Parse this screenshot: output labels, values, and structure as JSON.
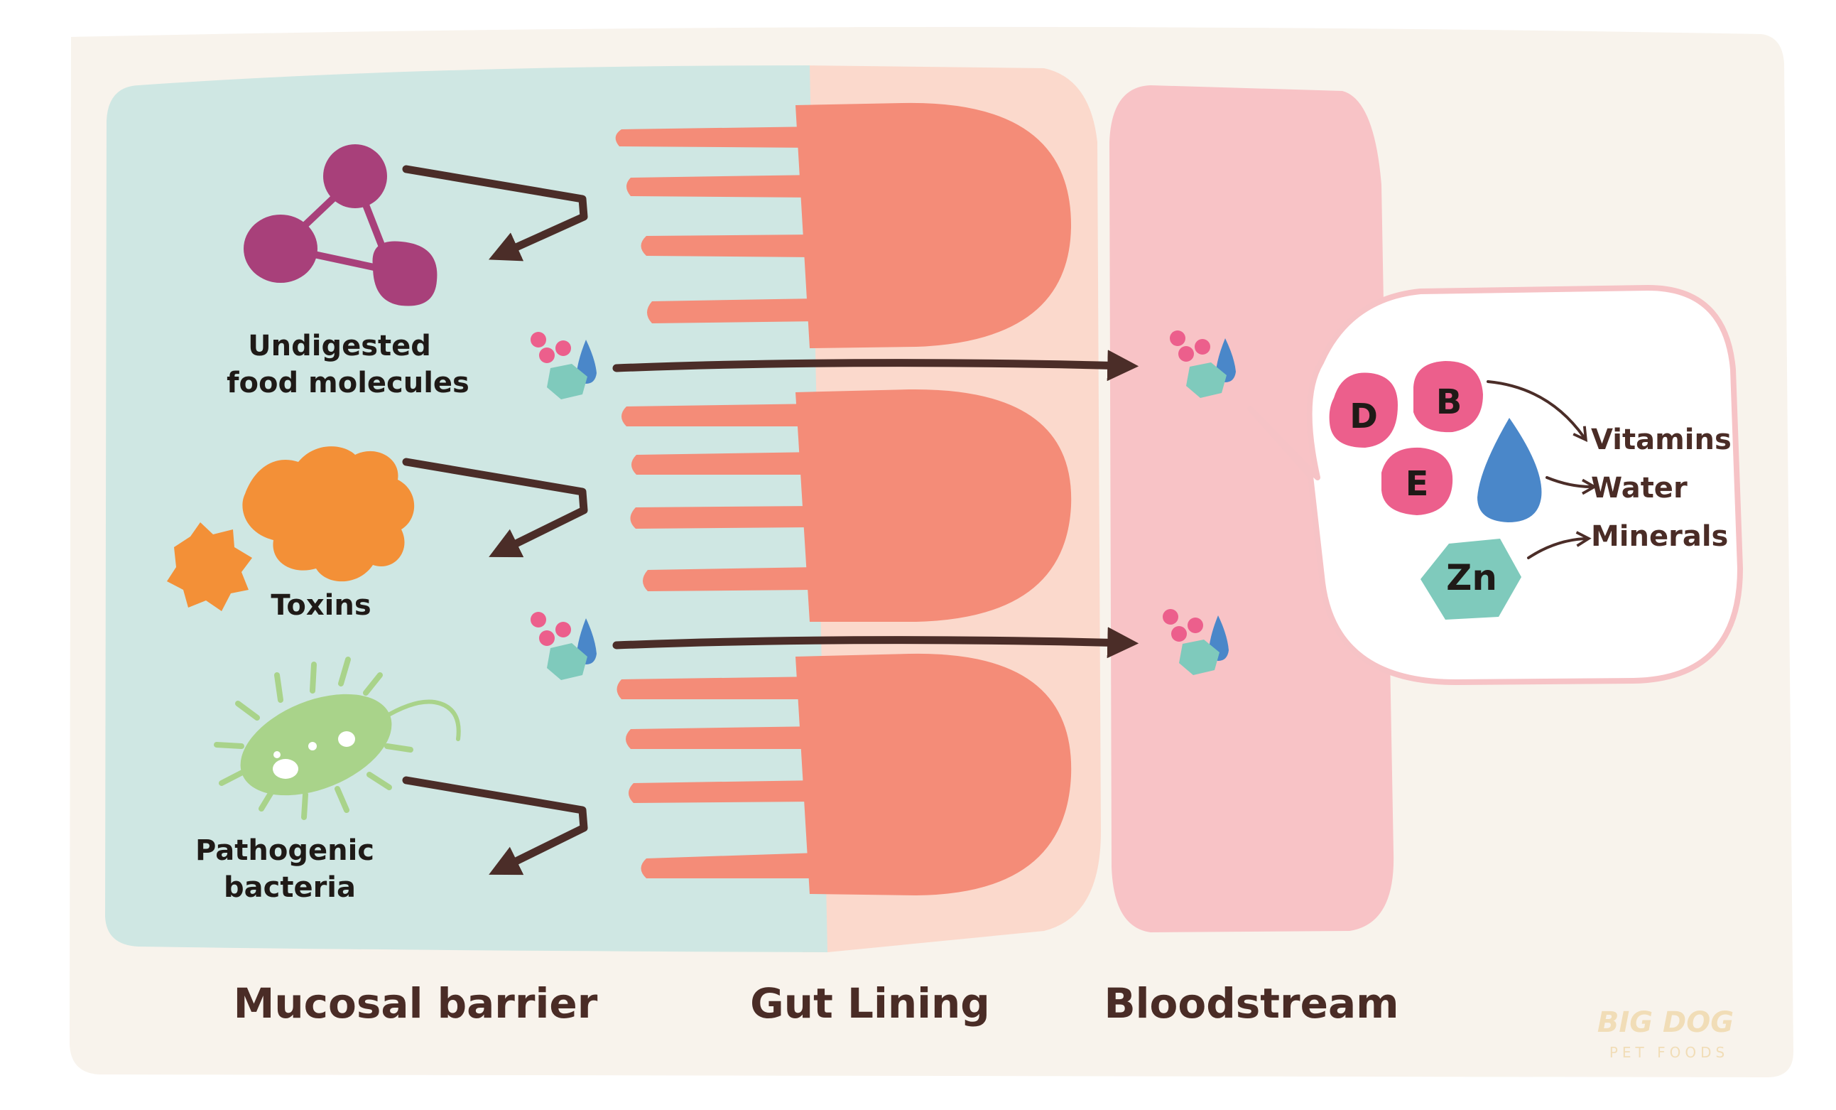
{
  "labels": {
    "undigested_line1": "Undigested",
    "undigested_line2": "food molecules",
    "toxins": "Toxins",
    "bacteria_line1": "Pathogenic",
    "bacteria_line2": "bacteria"
  },
  "regions": {
    "mucosal": "Mucosal barrier",
    "gut": "Gut Lining",
    "blood": "Bloodstream"
  },
  "bubble": {
    "vitamin_letters": [
      "D",
      "B",
      "E"
    ],
    "mineral_symbol": "Zn",
    "nutrients": [
      "Vitamins",
      "Water",
      "Minerals"
    ]
  },
  "brand": {
    "name": "BIG DOG",
    "tagline": "PET FOODS"
  },
  "colors": {
    "background": "#f8f3ec",
    "mucosal": "#cfe7e3",
    "gut_outer": "#fbd9cc",
    "villi": "#f48c78",
    "bloodstream": "#f8c3c6",
    "arrow": "#4b2d28",
    "molecule": "#a8407a",
    "toxin": "#f39037",
    "bacteria": "#a9d38a",
    "vitamin": "#ec5f8c",
    "water": "#4a87c9",
    "mineral": "#7fcabc",
    "text": "#4a2c26"
  }
}
